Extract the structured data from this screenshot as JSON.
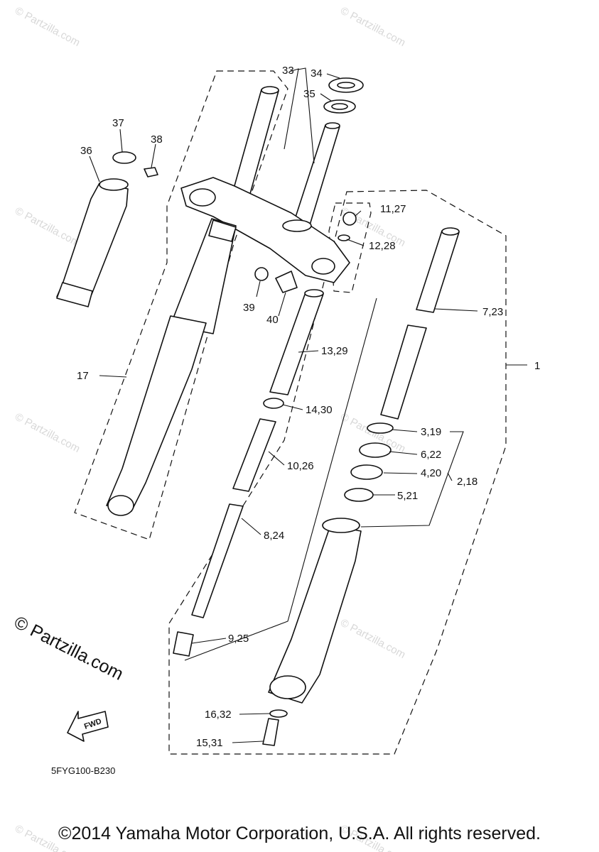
{
  "diagram": {
    "callouts": [
      "33",
      "34",
      "35",
      "37",
      "38",
      "36",
      "39",
      "40",
      "11,27",
      "12,28",
      "7,23",
      "1",
      "13,29",
      "17",
      "14,30",
      "3,19",
      "6,22",
      "10,26",
      "4,20",
      "2,18",
      "5,21",
      "8,24",
      "9,25",
      "16,32",
      "15,31"
    ],
    "watermark": "© Partzilla.com",
    "brand_watermark": "© Partzilla.com",
    "fwd_label": "FWD",
    "diagram_code": "5FYG100-B230"
  },
  "footer": {
    "copyright": "©2014 Yamaha Motor Corporation, U.S.A. All rights reserved."
  }
}
